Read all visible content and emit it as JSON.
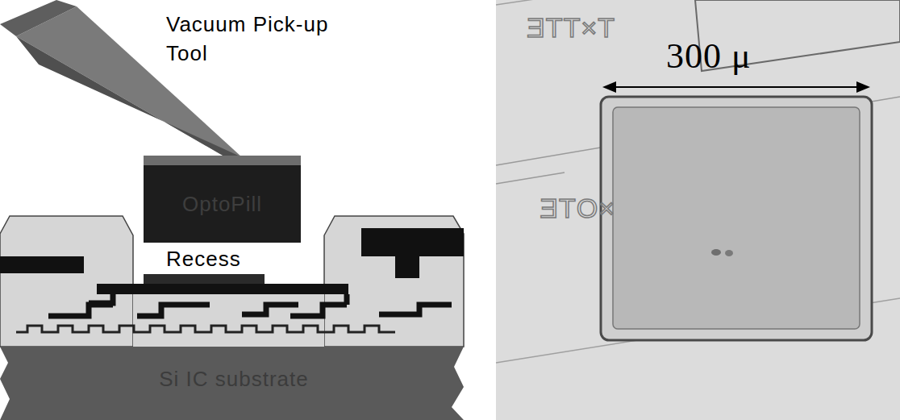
{
  "diagram": {
    "nodes": [
      {
        "text": [
          "OptoPill"
        ]
      },
      {
        "text": [
          "Si IC substrate"
        ]
      }
    ],
    "labels": [
      "Vacuum Pick-up Tool",
      "Recess",
      "300 μ",
      "T×TTE",
      "×OTE"
    ]
  }
}
